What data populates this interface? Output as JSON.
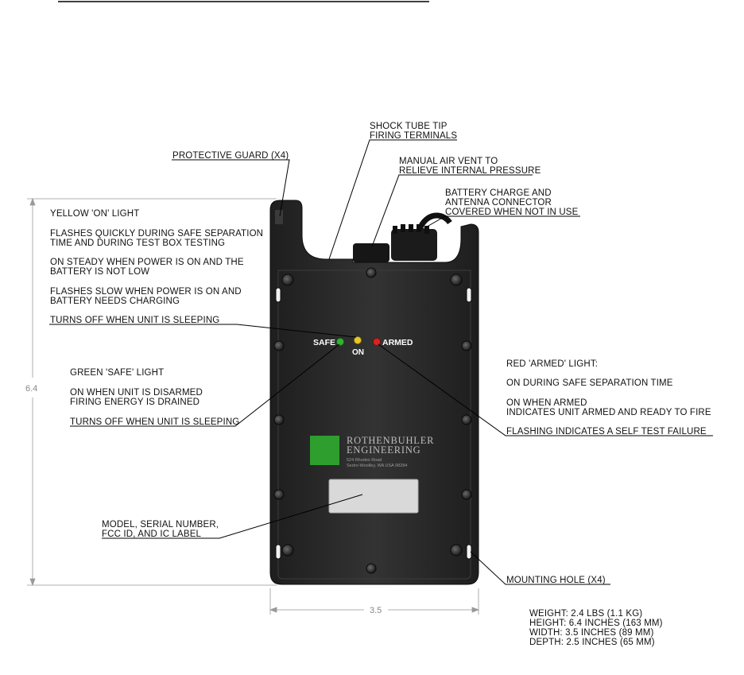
{
  "device": {
    "safe_label": "SAFE",
    "on_label": "ON",
    "armed_label": "ARMED",
    "brand_line1": "ROTHENBUHLER",
    "brand_line2": "ENGINEERING",
    "address_line1": "524 Rhodes Road",
    "address_line2": "Sedro-Woolley, WA USA 98284",
    "colors": {
      "body": "#2b2b2b",
      "safe_led": "#2fb52f",
      "on_led": "#e6c72a",
      "armed_led": "#e02020",
      "logo_square": "#2e9e2e",
      "label_plate": "#d9d9d9"
    }
  },
  "dimensions": {
    "height": "6.4",
    "width": "3.5"
  },
  "callouts": {
    "shock_tube": [
      "SHOCK TUBE TIP",
      "FIRING TERMINALS"
    ],
    "protective_guard": [
      "PROTECTIVE GUARD (X4)"
    ],
    "air_vent": [
      "MANUAL AIR VENT TO",
      "RELIEVE INTERNAL PRESSURE"
    ],
    "battery_connector": [
      "BATTERY CHARGE AND",
      "ANTENNA CONNECTOR",
      "COVERED WHEN NOT IN USE"
    ],
    "yellow_title": "YELLOW 'ON' LIGHT",
    "yellow_1": [
      "FLASHES QUICKLY DURING SAFE SEPARATION",
      "TIME AND DURING TEST BOX TESTING"
    ],
    "yellow_2": [
      "ON STEADY WHEN POWER IS ON AND THE",
      "BATTERY IS NOT LOW"
    ],
    "yellow_3": [
      "FLASHES SLOW WHEN POWER IS ON AND",
      "BATTERY NEEDS CHARGING"
    ],
    "yellow_4": [
      "TURNS OFF WHEN UNIT IS SLEEPING"
    ],
    "green_title": "GREEN 'SAFE' LIGHT",
    "green_1": [
      "ON WHEN UNIT IS DISARMED",
      "FIRING ENERGY IS DRAINED"
    ],
    "green_2": [
      "TURNS OFF WHEN UNIT IS SLEEPING"
    ],
    "red_title": "RED 'ARMED' LIGHT:",
    "red_1": [
      "ON DURING SAFE SEPARATION TIME"
    ],
    "red_2": [
      "ON WHEN ARMED",
      "INDICATES UNIT ARMED AND READY TO FIRE"
    ],
    "red_3": [
      "FLASHING INDICATES A SELF TEST FAILURE"
    ],
    "model_label": [
      "MODEL, SERIAL NUMBER,",
      "FCC ID, AND IC LABEL"
    ],
    "mounting_hole": [
      "MOUNTING HOLE (X4)"
    ]
  },
  "specs": [
    "WEIGHT: 2.4 LBS (1.1 KG)",
    "HEIGHT: 6.4 INCHES (163 MM)",
    "WIDTH: 3.5 INCHES (89 MM)",
    "DEPTH: 2.5 INCHES (65 MM)"
  ]
}
